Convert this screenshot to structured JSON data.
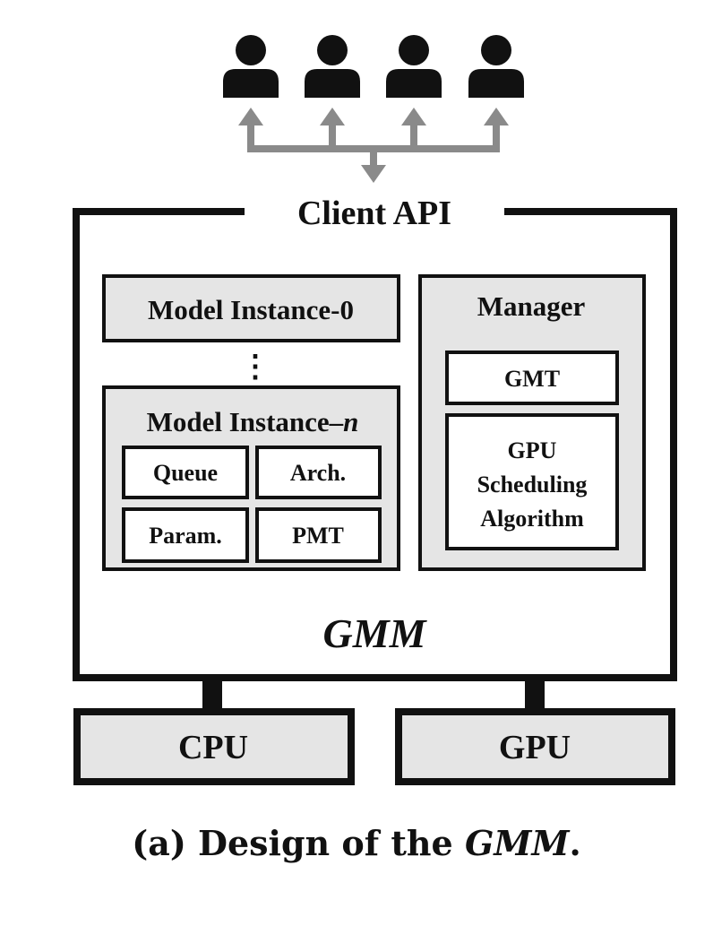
{
  "client_api_label": "Client API",
  "system_name": "GMM",
  "model_instance_0": "Model Instance-0",
  "ellipsis": "⋮",
  "model_instance_n": {
    "title_prefix": "Model Instance–",
    "title_suffix": "n",
    "components": [
      "Queue",
      "Arch.",
      "Param.",
      "PMT"
    ]
  },
  "manager": {
    "title": "Manager",
    "gmt": "GMT",
    "gpu_scheduling_lines": [
      "GPU",
      "Scheduling",
      "Algorithm"
    ]
  },
  "cpu_label": "CPU",
  "gpu_label": "GPU",
  "caption": {
    "prefix": "(a) Design of the ",
    "italic": "GMM",
    "suffix": "."
  },
  "colors": {
    "box_fill": "#e5e5e5",
    "stroke": "#111111",
    "arrow": "#8a8a8a"
  },
  "icons": [
    "user-icon",
    "user-icon",
    "user-icon",
    "user-icon"
  ]
}
